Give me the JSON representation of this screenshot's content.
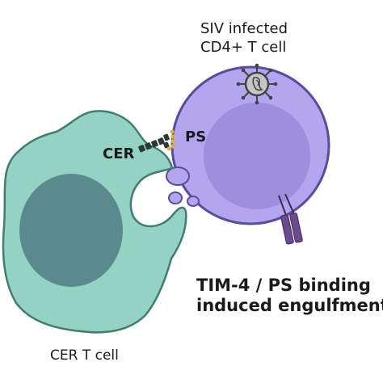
{
  "labels": {
    "infected_cell_line1": "SIV infected",
    "infected_cell_line2": "CD4+ T cell",
    "ps": "PS",
    "cer": "CER",
    "engulf_line1": "TIM-4 / PS binding",
    "engulf_line2": "induced engulfment",
    "cer_cell": "CER T cell"
  },
  "colors": {
    "infected_cell_fill": "#b3a6ef",
    "infected_cell_stroke": "#5b4aa0",
    "infected_nucleus": "#9d8ede",
    "cer_cell_fill": "#94d2c4",
    "cer_cell_stroke": "#3f7d72",
    "cer_nucleus": "#5b8a8e",
    "tim4_receptor": "#2c3a34",
    "ps_lipid": "#d9b43c",
    "membrane_receptor": "#6b4a8e",
    "virion_fill": "#c6c6c6",
    "virion_stroke": "#444444"
  },
  "icons": {
    "virion": "virus-particle-icon",
    "tim4": "tim4-receptor-icon",
    "receptor": "cd4-receptor-icon"
  }
}
